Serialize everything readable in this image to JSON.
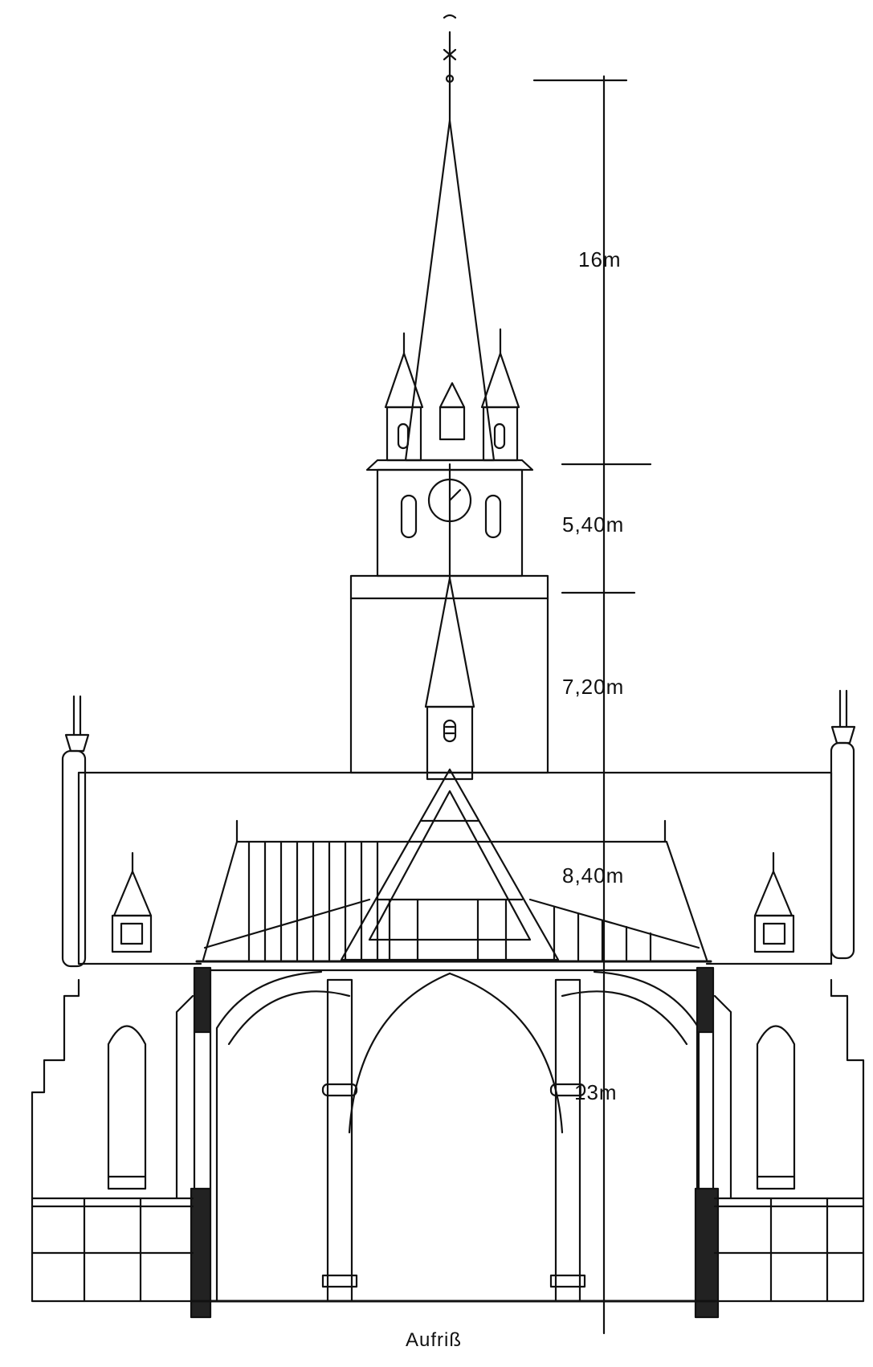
{
  "dimensions": {
    "spire": "16m",
    "belfry": "5,40m",
    "tower_base": "7,20m",
    "roof": "8,40m",
    "nave": "13m"
  },
  "caption": "Aufriß",
  "line_color": "#111111",
  "masonry_color": "#222222"
}
